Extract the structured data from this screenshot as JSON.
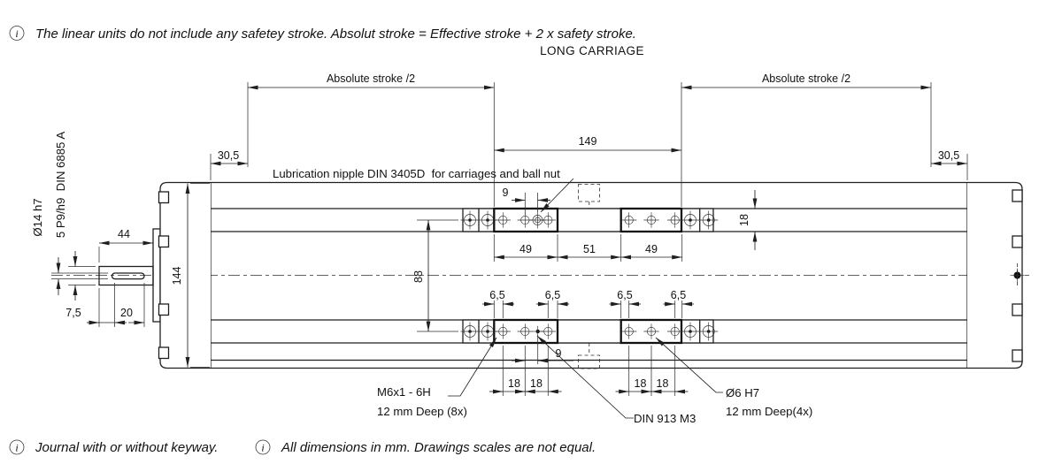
{
  "header": {
    "info_note": "The linear units do not include any safetey stroke. Absolut stroke = Effective stroke + 2 x safety stroke.",
    "title": "LONG CARRIAGE"
  },
  "footer": {
    "note_keyway": "Journal with or without keyway.",
    "note_dimensions": "All dimensions in mm. Drawings scales are not equal."
  },
  "icon": {
    "info_glyph": "i"
  },
  "callouts": {
    "lubrication_nipple": "Lubrication nipple DIN 3405D  for carriages and ball nut",
    "thread_spec": "M6x1 - 6H",
    "thread_depth": "12 mm Deep (8x)",
    "set_screw_spec": "DIN 913 M3",
    "dowel_hole_spec": "Ø6 H7",
    "dowel_hole_depth": "12 mm Deep(4x)",
    "shaft_diameter": "Ø14 h7",
    "keyway_spec": "5 P9/h9  DIN 6885 A"
  },
  "dimensions": {
    "absolute_stroke_left": "Absolute stroke /2",
    "absolute_stroke_right": "Absolute stroke /2",
    "carriage_span": "149",
    "left_end_offset": "30,5",
    "right_end_offset": "30,5",
    "shaft_length": "44",
    "body_width": "144",
    "keyway_start_offset": "7,5",
    "keyway_length": "20",
    "hole_row_spacing": "88",
    "carriage_plate_width": "18",
    "nipple_offset": "9",
    "set_screw_offset": "9",
    "plate_span_left": "49",
    "plate_gap": "51",
    "plate_span_right": "49",
    "edge_to_hole_offsets": [
      "6,5",
      "6,5",
      "6,5",
      "6,5"
    ],
    "hole_pitches": [
      "18",
      "18",
      "18",
      "18"
    ]
  }
}
